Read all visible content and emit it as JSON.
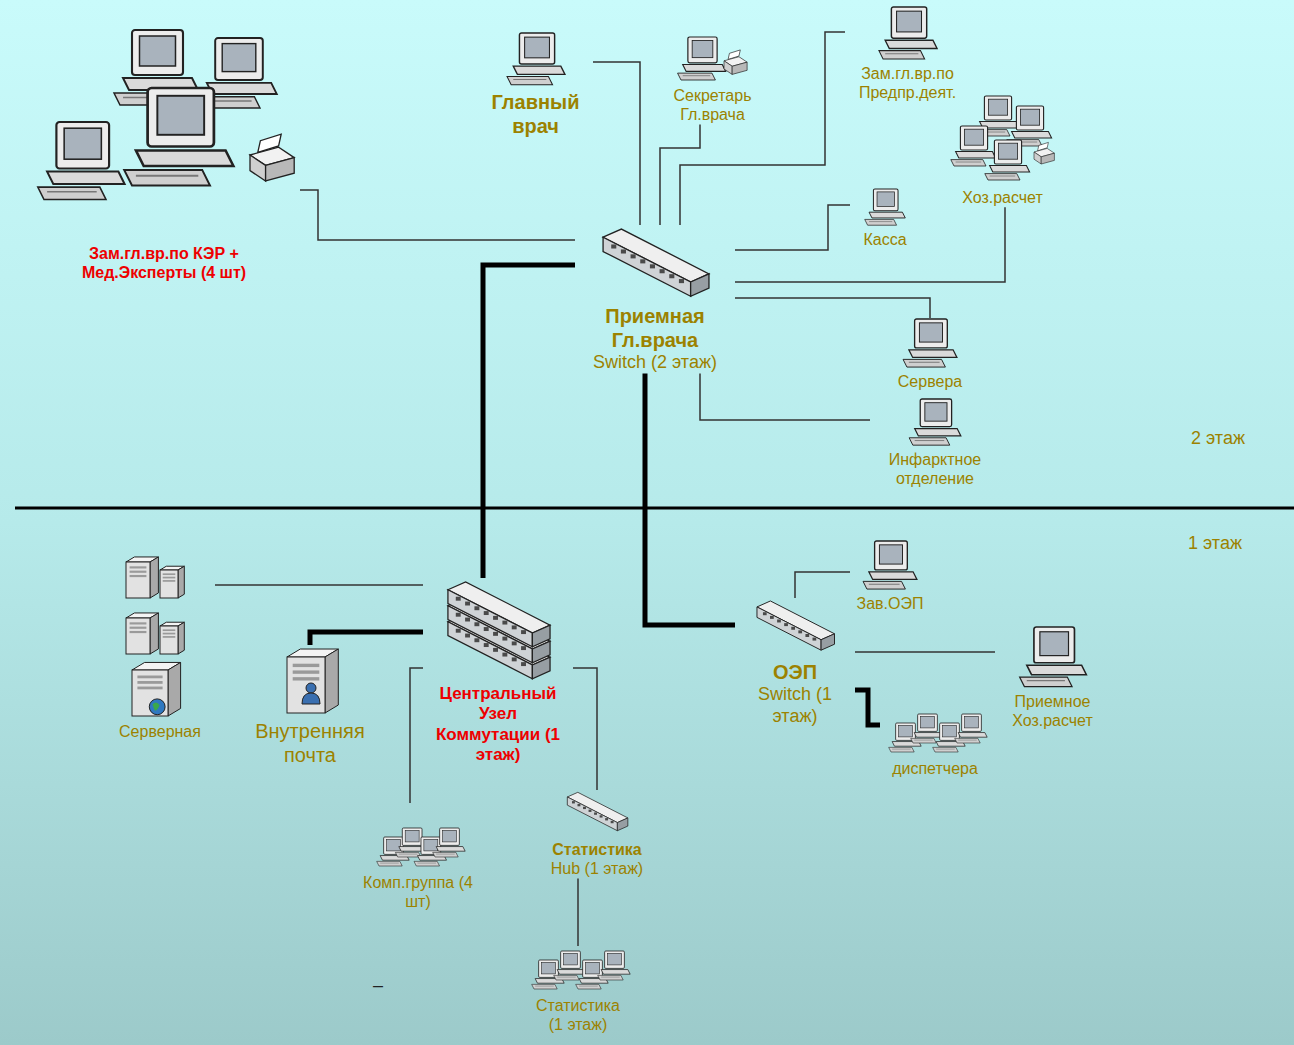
{
  "diagram": {
    "nodes": [
      {
        "text": [
          "Зам.гл.вр.по КЭР + Мед.Эксперты (4 шт)"
        ]
      },
      {
        "text": [
          "Главный врач"
        ]
      },
      {
        "text": [
          "Секретарь Гл.врача"
        ]
      },
      {
        "text": [
          "Зам.гл.вр.по Предпр.деят."
        ]
      },
      {
        "text": [
          "Хоз.расчет"
        ]
      },
      {
        "text": [
          "Касса"
        ]
      },
      {
        "text": [
          "Приемная Гл.врача",
          "Switch (2 этаж)"
        ]
      },
      {
        "text": [
          "Сервера"
        ]
      },
      {
        "text": [
          "Инфарктное отделение"
        ]
      },
      {
        "text": [
          "Центральный Узел Коммутации (1 этаж)"
        ]
      },
      {
        "text": [
          "Серверная"
        ]
      },
      {
        "text": [
          "Внутренняя почта"
        ]
      },
      {
        "text": [
          "Комп.группа (4 шт)"
        ]
      },
      {
        "text": [
          "Статистика",
          "Hub (1 этаж)"
        ]
      },
      {
        "text": [
          "Статистика (1 этаж)"
        ]
      },
      {
        "text": [
          "ОЭП",
          "Switch (1 этаж)"
        ]
      },
      {
        "text": [
          "Зав.ОЭП"
        ]
      },
      {
        "text": [
          "Приемное Хоз.расчет"
        ]
      },
      {
        "text": [
          "диспетчера"
        ]
      }
    ],
    "edges": [
      {
        "from": 0,
        "to": 6,
        "arrow": "none"
      },
      {
        "from": 1,
        "to": 6,
        "arrow": "none"
      },
      {
        "from": 2,
        "to": 6,
        "arrow": "none"
      },
      {
        "from": 3,
        "to": 6,
        "arrow": "none"
      },
      {
        "from": 4,
        "to": 6,
        "arrow": "none"
      },
      {
        "from": 5,
        "to": 6,
        "arrow": "none"
      },
      {
        "from": 7,
        "to": 6,
        "arrow": "none"
      },
      {
        "from": 8,
        "to": 6,
        "arrow": "none"
      },
      {
        "from": 9,
        "to": 6,
        "arrow": "none"
      },
      {
        "from": 6,
        "to": 15,
        "arrow": "none"
      },
      {
        "from": 9,
        "to": 10,
        "arrow": "none"
      },
      {
        "from": 9,
        "to": 11,
        "arrow": "none"
      },
      {
        "from": 9,
        "to": 12,
        "arrow": "none"
      },
      {
        "from": 9,
        "to": 13,
        "arrow": "none"
      },
      {
        "from": 13,
        "to": 14,
        "arrow": "none"
      },
      {
        "from": 15,
        "to": 16,
        "arrow": "none"
      },
      {
        "from": 15,
        "to": 17,
        "arrow": "none"
      },
      {
        "from": 15,
        "to": 18,
        "arrow": "none"
      }
    ],
    "labels": [
      "2 этаж",
      "1 этаж",
      "–"
    ]
  }
}
